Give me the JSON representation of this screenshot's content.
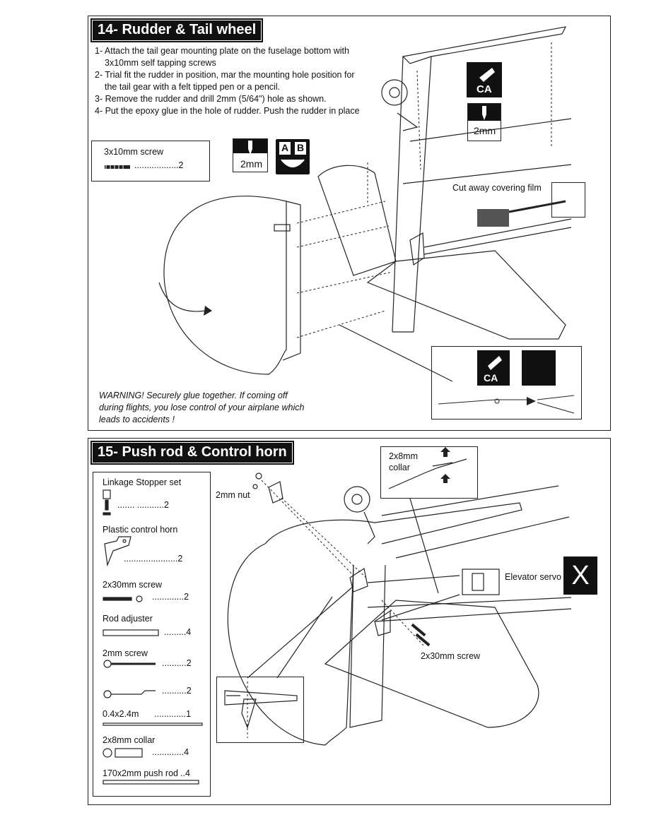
{
  "section14": {
    "title": "14- Rudder & Tail wheel",
    "steps": [
      "1- Attach the tail gear mounting plate on the fuselage bottom with 3x10mm self tapping screws",
      "2- Trial fit the rudder in position, mar the mounting hole position for the tail gear with a felt tipped pen or a pencil.",
      "3- Remove the rudder and drill 2mm (5/64\") hole as shown.",
      "4- Put the epoxy glue in the hole of rudder. Push the rudder in place"
    ],
    "parts_box": {
      "name": "3x10mm screw",
      "qty": "..................2"
    },
    "drill_label": "2mm",
    "ab_label_a": "A",
    "ab_label_b": "B",
    "ca_label": "CA",
    "drill_label_2": "2mm",
    "cut_label": "Cut away covering film",
    "warning": "WARNING! Securely glue together. If coming off during flights, you lose control of your airplane which leads to accidents !",
    "ca_label_2": "CA"
  },
  "section15": {
    "title": "15- Push rod & Control horn",
    "parts": [
      {
        "name": "Linkage Stopper set",
        "qty": ".......          ...........2"
      },
      {
        "name": "Plastic control horn",
        "qty": "......................2"
      },
      {
        "name": "2x30mm screw",
        "qty": ".............2"
      },
      {
        "name": "Rod adjuster",
        "qty": ".........4"
      },
      {
        "name": "2mm screw",
        "qty": "..........2"
      },
      {
        "name": "",
        "qty": "..........2"
      },
      {
        "name": "0.4x2.4m",
        "qty": ".............1"
      },
      {
        "name": "2x8mm collar",
        "qty": ".............4"
      },
      {
        "name": "170x2mm push rod",
        "qty": "..4"
      }
    ],
    "collar_box": "2x8mm collar",
    "nut_label": "2mm nut",
    "servo_label": "Elevator servo",
    "screw_label": "2x30mm screw",
    "x_badge": "X"
  }
}
